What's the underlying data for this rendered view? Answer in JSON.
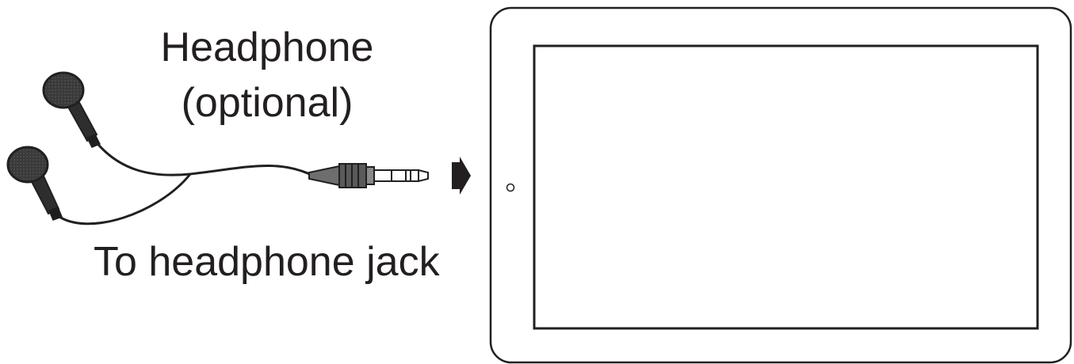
{
  "labels": {
    "headphone_title": "Headphone",
    "headphone_subtitle": "(optional)",
    "jack_caption": "To headphone jack"
  },
  "colors": {
    "ink": "#231f20",
    "earbud_fill": "#3a3a3a",
    "plug_fill": "#6e6e6e",
    "background": "#ffffff"
  },
  "icons": {
    "earbuds": "earbuds-icon",
    "plug": "audio-plug-icon",
    "arrow": "arrow-right-icon",
    "tablet": "tablet-icon",
    "camera": "front-camera-icon"
  }
}
